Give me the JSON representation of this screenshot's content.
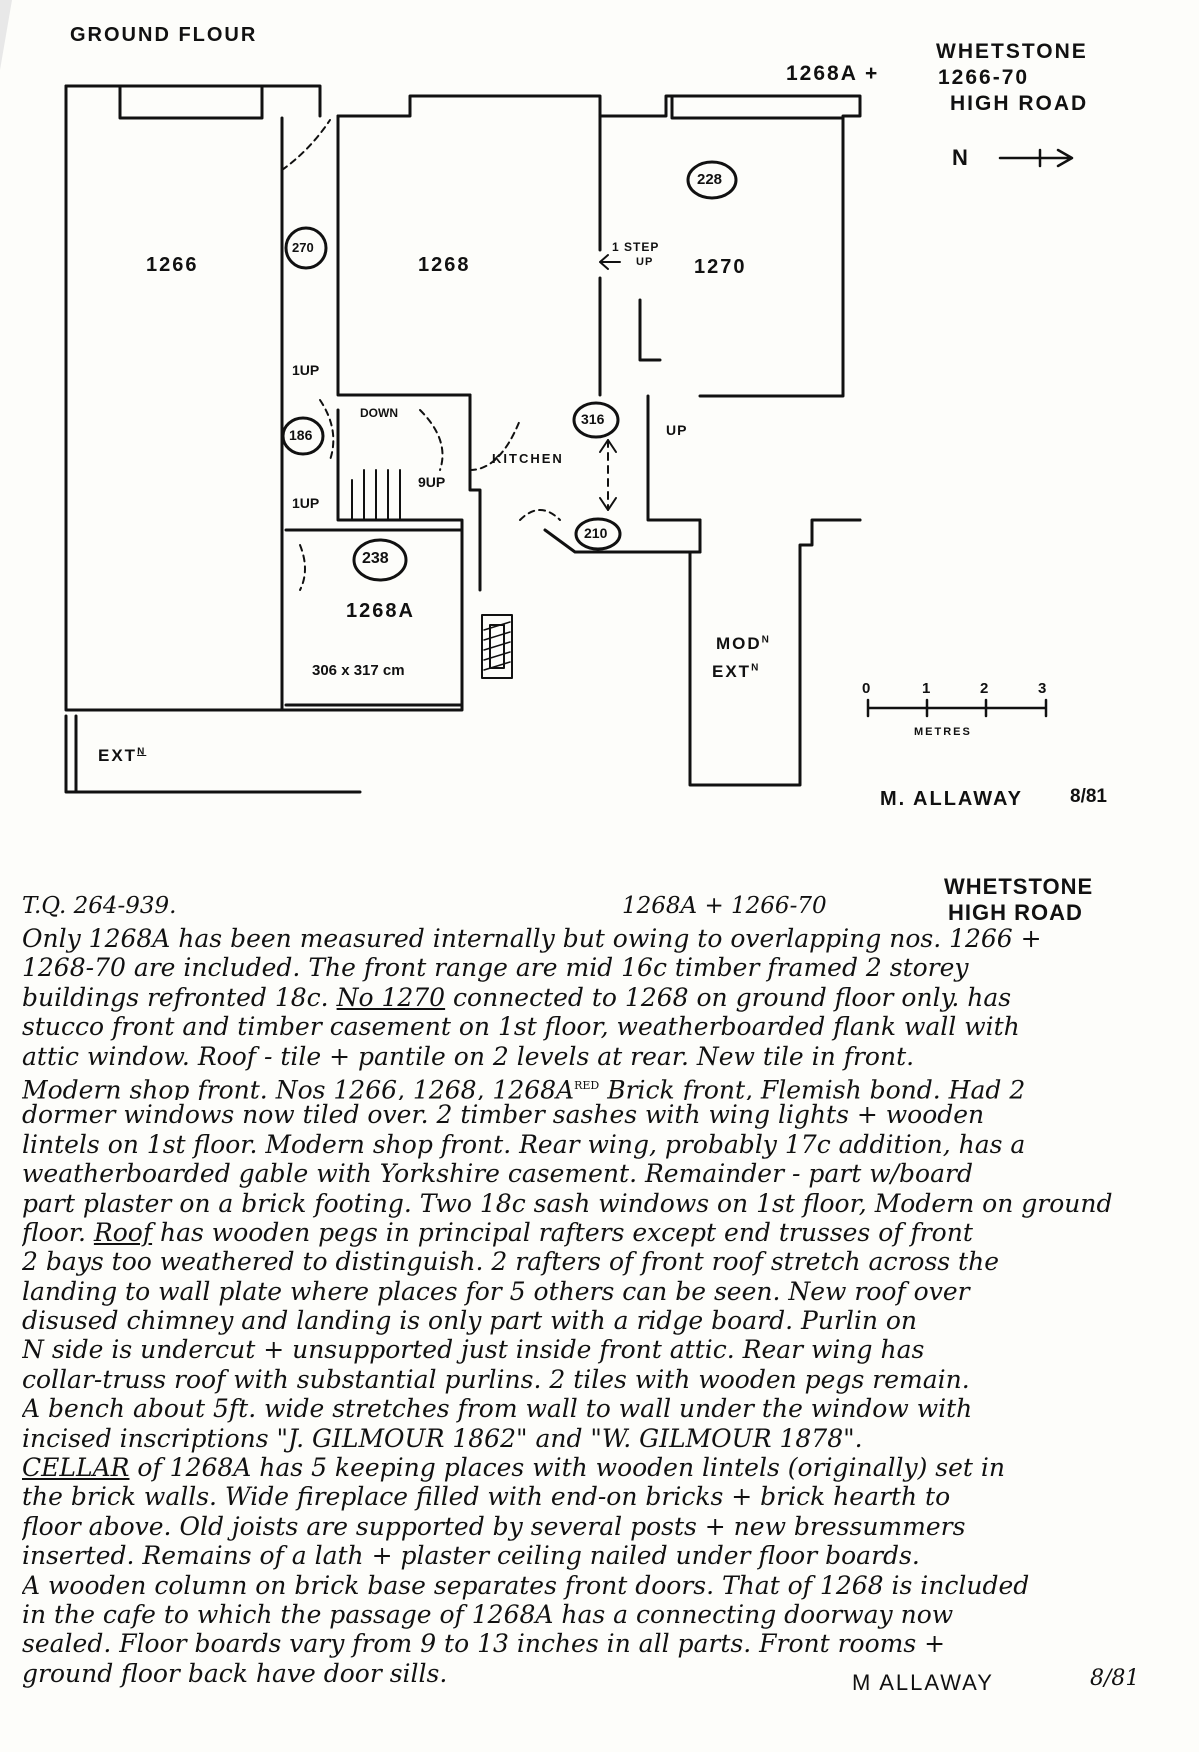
{
  "plan": {
    "heading": "GROUND FLOUR",
    "title_address_1": "1268A + ",
    "title_address_2": "WHETSTONE",
    "title_address_3": "1266-70",
    "title_address_4": "HIGH ROAD",
    "north_label": "N",
    "rooms": {
      "r1266": "1266",
      "r1268": "1268",
      "r1270": "1270",
      "r1268a": "1268A",
      "kitchen": "KITCHEN",
      "mod_ext_1": "MOD",
      "mod_ext_2": "EXT",
      "ext": "EXT"
    },
    "circled": {
      "c270": "270",
      "c228": "228",
      "c186": "186",
      "c316": "316",
      "c210": "210",
      "c238": "238"
    },
    "labels": {
      "step_1": "1 STEP",
      "step_2": "UP",
      "up_1": "1UP",
      "up_2": "1UP",
      "down": "DOWN",
      "nine_up": "9UP",
      "up_right": "UP",
      "dimensions": "306 x 317 cm"
    },
    "scale": {
      "t0": "0",
      "t1": "1",
      "t2": "2",
      "t3": "3",
      "unit": "METRES"
    },
    "signature": "M. ALLAWAY",
    "signature_date": "8/81"
  },
  "notes": {
    "header_right_1": "WHETSTONE",
    "ref": "T.Q. 264-939.",
    "header_addr": "1268A + 1266-70",
    "header_right_2": "HIGH ROAD",
    "lines": [
      "Only 1268A has been measured internally but owing to overlapping nos. 1266 +",
      "1268-70 are included. The front range are mid 16c timber framed 2 storey",
      "buildings refronted 18c.",
      "stucco front and timber casement on 1st floor, weatherboarded flank wall with",
      "attic window. Roof - tile + pantile on 2 levels at rear. New tile in front.",
      "Modern shop front.",
      "dormer windows now tiled over. 2 timber sashes with wing lights + wooden",
      "lintels on 1st floor. Modern shop front. Rear wing, probably 17c addition, has a",
      "weatherboarded gable with Yorkshire casement. Remainder - part w/board",
      "part plaster on a brick footing. Two 18c sash windows on 1st floor, Modern on ground",
      "floor.",
      "2 bays too weathered to distinguish. 2 rafters of front roof stretch across the",
      "landing to wall plate where places for 5 others can be seen. New roof over",
      "disused chimney and landing is only part with a ridge board. Purlin on",
      "N side is undercut + unsupported just inside front attic. Rear wing has",
      "collar-truss roof with substantial purlins. 2 tiles with wooden pegs remain.",
      "A bench about 5ft. wide stretches from wall to wall under the window with",
      "incised inscriptions \"J. GILMOUR 1862\" and \"W. GILMOUR 1878\".",
      "CELLAR",
      "the brick walls. Wide fireplace filled with end-on bricks + brick hearth to",
      "floor above. Old joists are supported by several posts + new bressummers",
      "inserted. Remains of a lath + plaster ceiling nailed under floor boards.",
      "A wooden column on brick base separates front doors. That of 1268 is included",
      "in the cafe to which the passage of 1268A has a connecting doorway now",
      "sealed. Floor boards vary from 9 to 13 inches in all parts. Front rooms +",
      "ground floor back have door sills."
    ],
    "line2_u": "No 1270",
    "line2_rest": " connected to 1268 on ground floor only. has",
    "line5_u": "Nos 1266, 1268, 1268A",
    "line5_sup": "RED",
    "line5_rest": " Brick front, Flemish bond. Had 2",
    "line10_u": "Roof",
    "line10_rest": " has wooden pegs in principal rafters except end trusses of front",
    "line17_rest": " of 1268A has 5 keeping places with wooden lintels (originally) set in",
    "signature": "M  ALLAWAY",
    "signature_date": "8/81"
  }
}
